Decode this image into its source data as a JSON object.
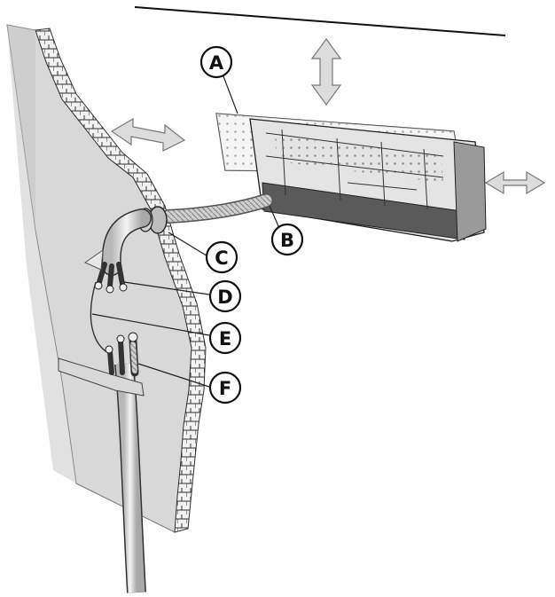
{
  "figure": {
    "description_labels": [
      "A",
      "B",
      "C",
      "D",
      "E",
      "F"
    ]
  },
  "callouts": {
    "a": "A",
    "b": "B",
    "c": "C",
    "d": "D",
    "e": "E",
    "f": "F"
  },
  "colors": {
    "wall": "#d9d9d9",
    "wall_edge": "#8a8a8a",
    "unit_body": "#e6e6e6",
    "unit_dark": "#4a4a4a",
    "arrow_fill": "#dcdcdc",
    "outline": "#222222"
  },
  "icons": {
    "move_arrows": [
      "double-arrow-vertical-icon",
      "double-arrow-horizontal-left-icon",
      "double-arrow-horizontal-right-icon"
    ]
  }
}
